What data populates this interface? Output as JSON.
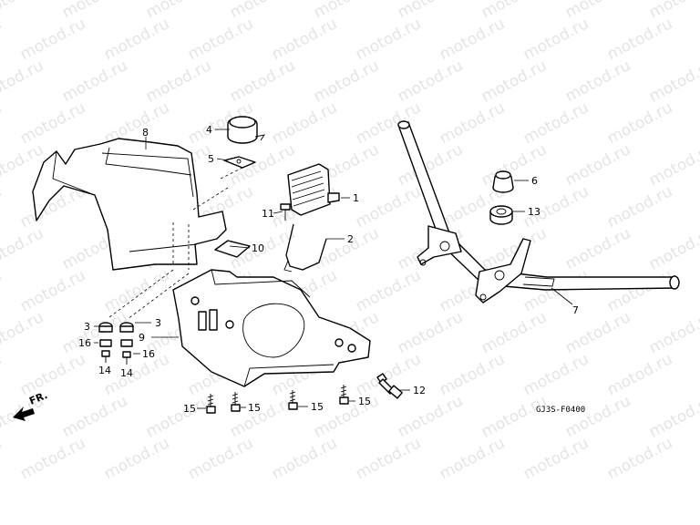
{
  "watermark": {
    "text": "motod.ru"
  },
  "diagram_code": "GJ3S-F0400",
  "front_marker": "FR.",
  "callouts": {
    "c1": "1",
    "c2": "2",
    "c3a": "3",
    "c3b": "3",
    "c4": "4",
    "c5": "5",
    "c6": "6",
    "c7": "7",
    "c8": "8",
    "c9": "9",
    "c10": "10",
    "c11": "11",
    "c12": "12",
    "c13": "13",
    "c14a": "14",
    "c14b": "14",
    "c15a": "15",
    "c15b": "15",
    "c15c": "15",
    "c15d": "15",
    "c16a": "16",
    "c16b": "16"
  }
}
